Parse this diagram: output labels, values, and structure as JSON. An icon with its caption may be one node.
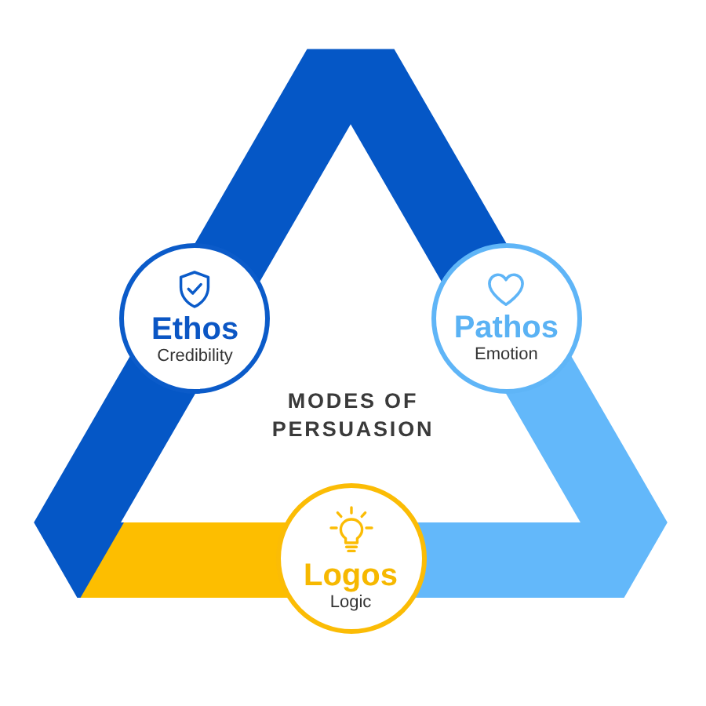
{
  "diagram": {
    "title": "MODES OF PERSUASION",
    "nodes": [
      {
        "text": [
          "Ethos",
          "Credibility"
        ]
      },
      {
        "text": [
          "Pathos",
          "Emotion"
        ]
      },
      {
        "text": [
          "Logos",
          "Logic"
        ]
      }
    ],
    "edges": [
      {
        "from": 0,
        "to": 1,
        "arrow": "none",
        "color": "#0557c6"
      },
      {
        "from": 1,
        "to": 2,
        "arrow": "none",
        "color": "#63b8fa"
      },
      {
        "from": 2,
        "to": 0,
        "arrow": "none",
        "color": "#fdbe00"
      }
    ]
  }
}
